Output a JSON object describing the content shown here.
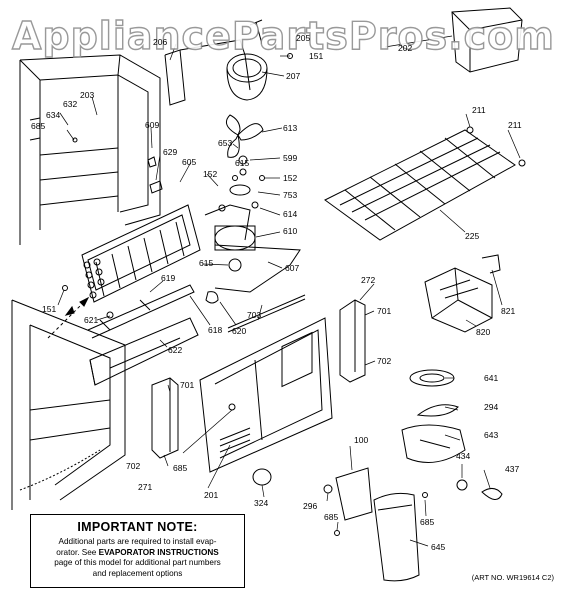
{
  "watermark": "AppliancePartsPros.com",
  "parts": [
    {
      "id": "p206",
      "label": "206"
    },
    {
      "id": "p205",
      "label": "205"
    },
    {
      "id": "p151a",
      "label": "151"
    },
    {
      "id": "p207",
      "label": "207"
    },
    {
      "id": "p202",
      "label": "202"
    },
    {
      "id": "p203",
      "label": "203"
    },
    {
      "id": "p632",
      "label": "632"
    },
    {
      "id": "p634",
      "label": "634"
    },
    {
      "id": "p685a",
      "label": "685"
    },
    {
      "id": "p609",
      "label": "609"
    },
    {
      "id": "p613",
      "label": "613"
    },
    {
      "id": "p653",
      "label": "653"
    },
    {
      "id": "p599",
      "label": "599"
    },
    {
      "id": "p629",
      "label": "629"
    },
    {
      "id": "p605",
      "label": "605"
    },
    {
      "id": "p615a",
      "label": "615"
    },
    {
      "id": "p152a",
      "label": "152"
    },
    {
      "id": "p152b",
      "label": "152"
    },
    {
      "id": "p753",
      "label": "753"
    },
    {
      "id": "p614",
      "label": "614"
    },
    {
      "id": "p610",
      "label": "610"
    },
    {
      "id": "p211a",
      "label": "211"
    },
    {
      "id": "p211b",
      "label": "211"
    },
    {
      "id": "p225",
      "label": "225"
    },
    {
      "id": "p615b",
      "label": "615"
    },
    {
      "id": "p607",
      "label": "607"
    },
    {
      "id": "p151b",
      "label": "151"
    },
    {
      "id": "p619",
      "label": "619"
    },
    {
      "id": "p621",
      "label": "621"
    },
    {
      "id": "p618",
      "label": "618"
    },
    {
      "id": "p620",
      "label": "620"
    },
    {
      "id": "p272",
      "label": "272"
    },
    {
      "id": "p701a",
      "label": "701"
    },
    {
      "id": "p821",
      "label": "821"
    },
    {
      "id": "p820",
      "label": "820"
    },
    {
      "id": "p703",
      "label": "703"
    },
    {
      "id": "p622",
      "label": "622"
    },
    {
      "id": "p702a",
      "label": "702"
    },
    {
      "id": "p641",
      "label": "641"
    },
    {
      "id": "p701b",
      "label": "701"
    },
    {
      "id": "p294",
      "label": "294"
    },
    {
      "id": "p643",
      "label": "643"
    },
    {
      "id": "p100",
      "label": "100"
    },
    {
      "id": "p434",
      "label": "434"
    },
    {
      "id": "p437",
      "label": "437"
    },
    {
      "id": "p702b",
      "label": "702"
    },
    {
      "id": "p685b",
      "label": "685"
    },
    {
      "id": "p271",
      "label": "271"
    },
    {
      "id": "p201",
      "label": "201"
    },
    {
      "id": "p324",
      "label": "324"
    },
    {
      "id": "p296",
      "label": "296"
    },
    {
      "id": "p685c",
      "label": "685"
    },
    {
      "id": "p685d",
      "label": "685"
    },
    {
      "id": "p645",
      "label": "645"
    }
  ],
  "note": {
    "title": "IMPORTANT NOTE:",
    "line1_pre": "Additional parts are required to install evap-",
    "line2_pre": "orator.  See ",
    "line2_bold": "EVAPORATOR INSTRUCTIONS",
    "line3": "page of this model for additional part numbers",
    "line4": "and replacement options"
  },
  "art_number": "(ART NO. WR19614 C2)"
}
